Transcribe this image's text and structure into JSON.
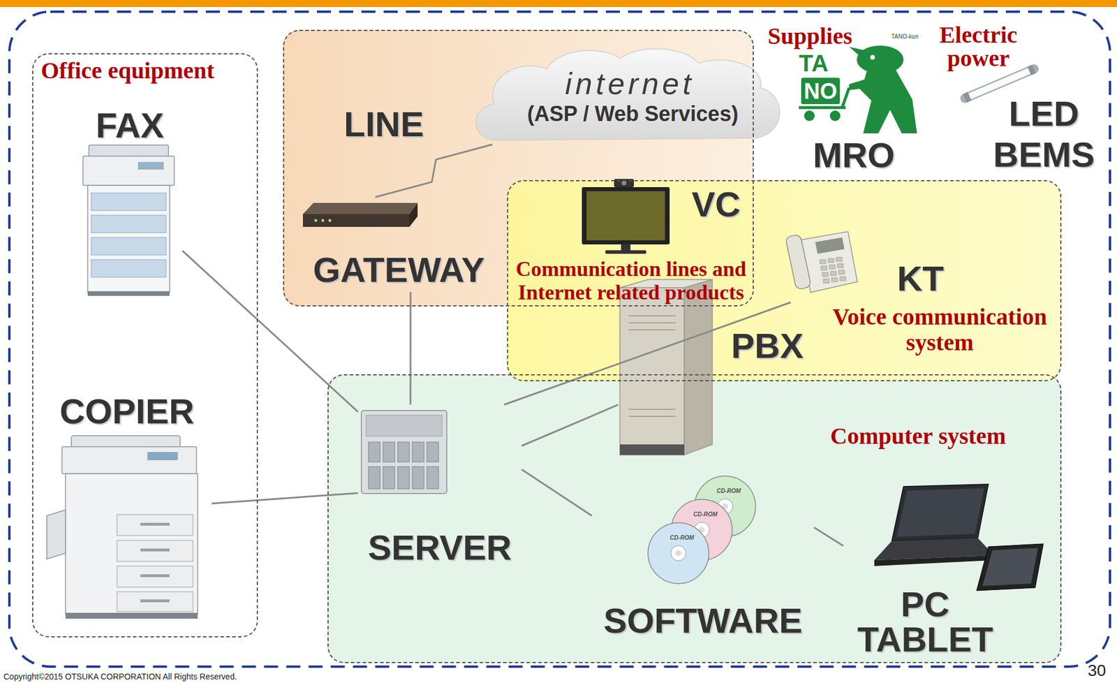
{
  "diagram": {
    "nodes": [
      {
        "text": [
          "Office equipment"
        ]
      },
      {
        "text": [
          "FAX"
        ],
        "in": 0
      },
      {
        "text": [
          "COPIER"
        ],
        "in": 0
      },
      {
        "text": [
          "Communication lines and Internet related products"
        ]
      },
      {
        "text": [
          "internet",
          "(ASP / Web Services)"
        ],
        "in": 3
      },
      {
        "text": [
          "GATEWAY"
        ],
        "in": 3
      },
      {
        "text": [
          "Supplies",
          "MRO"
        ]
      },
      {
        "text": [
          "Electric power",
          "LED BEMS"
        ]
      },
      {
        "text": [
          "Voice communication system"
        ]
      },
      {
        "text": [
          "VC"
        ],
        "in": 8
      },
      {
        "text": [
          "KT"
        ],
        "in": 8
      },
      {
        "text": [
          "PBX"
        ],
        "in": 8
      },
      {
        "text": [
          "Computer system"
        ]
      },
      {
        "text": [
          "SERVER"
        ],
        "in": 12
      },
      {
        "text": [
          "SOFTWARE"
        ],
        "in": 12
      },
      {
        "text": [
          "PC TABLET"
        ],
        "in": 12
      }
    ],
    "edges": [
      {
        "from": 1,
        "to": 13,
        "arrow": "none"
      },
      {
        "from": 2,
        "to": 13,
        "arrow": "none"
      },
      {
        "from": 5,
        "to": 4,
        "arrow": "none"
      },
      {
        "from": 5,
        "to": 13,
        "arrow": "none"
      },
      {
        "from": 13,
        "to": 10,
        "arrow": "none"
      },
      {
        "from": 13,
        "to": 11,
        "arrow": "none"
      },
      {
        "from": 13,
        "to": 14,
        "arrow": "none"
      },
      {
        "from": 14,
        "to": 15,
        "arrow": "none"
      }
    ],
    "labels": [
      "LINE",
      "TA",
      "NO",
      "TANO-kun",
      "CD-ROM",
      "CD-ROM",
      "CD-ROM",
      "Copyright©2015 OTSUKA CORPORATION All Rights Reserved.",
      "30"
    ]
  }
}
